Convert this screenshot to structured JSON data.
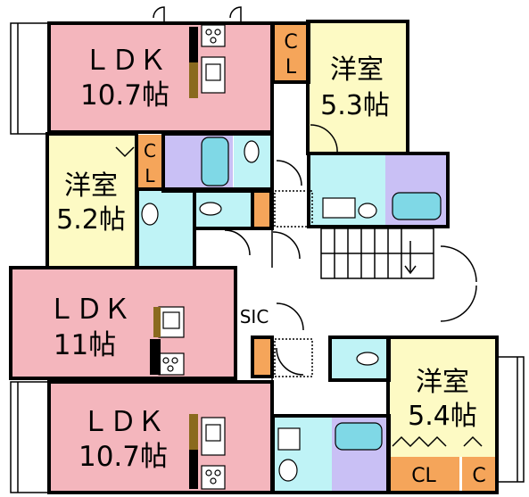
{
  "rooms": {
    "ldk_top": {
      "name": "ＬＤＫ",
      "size": "10.7帖"
    },
    "ldk_mid": {
      "name": "ＬＤＫ",
      "size": "11帖"
    },
    "ldk_bottom": {
      "name": "ＬＤＫ",
      "size": "10.7帖"
    },
    "youshitsu_top": {
      "name": "洋室",
      "size": "5.3帖"
    },
    "youshitsu_left": {
      "name": "洋室",
      "size": "5.2帖"
    },
    "youshitsu_right": {
      "name": "洋室",
      "size": "5.4帖"
    }
  },
  "storage": {
    "cl_top_c": "C",
    "cl_top_l": "L",
    "cl_left_c": "C",
    "cl_left_l": "L",
    "sic": "SIC",
    "cl_bottom": "CL",
    "c_bottom": "C"
  },
  "colors": {
    "ldk": "#f4b6bd",
    "western_room": "#fdfac4",
    "storage": "#f5a55a",
    "bath": "#c9c0f5",
    "toilet": "#bff3f6",
    "wall": "#000000",
    "floor": "#ffffff"
  }
}
